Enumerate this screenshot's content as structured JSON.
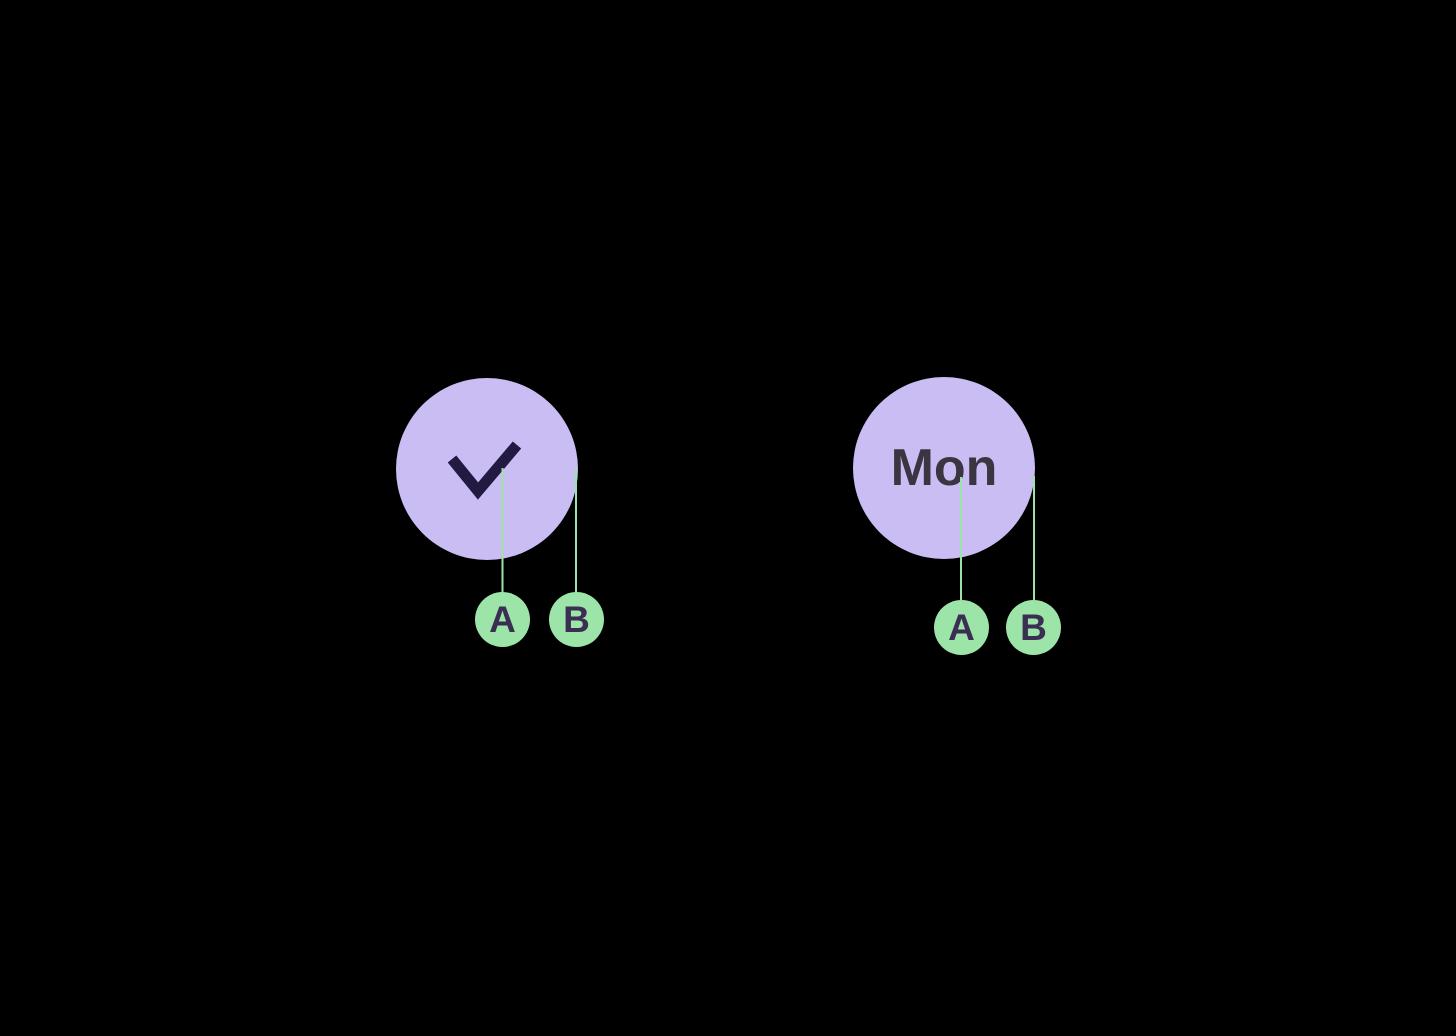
{
  "canvas": {
    "background": "#000000"
  },
  "colors": {
    "canvas_bg": "#000000",
    "day_circle_fill": "#c9bdf4",
    "check_color": "#221a40",
    "day_text_color": "#3a3540",
    "marker_fill": "#9ce4a8",
    "marker_line": "#9be4a8",
    "marker_text_color": "#3b2e53"
  },
  "groups": [
    {
      "id": "day-node-checked",
      "content_type": "check-icon",
      "label": "",
      "markers": [
        {
          "label": "A"
        },
        {
          "label": "B"
        }
      ]
    },
    {
      "id": "day-node-mon",
      "content_type": "text",
      "label": "Mon",
      "markers": [
        {
          "label": "A"
        },
        {
          "label": "B"
        }
      ]
    }
  ]
}
